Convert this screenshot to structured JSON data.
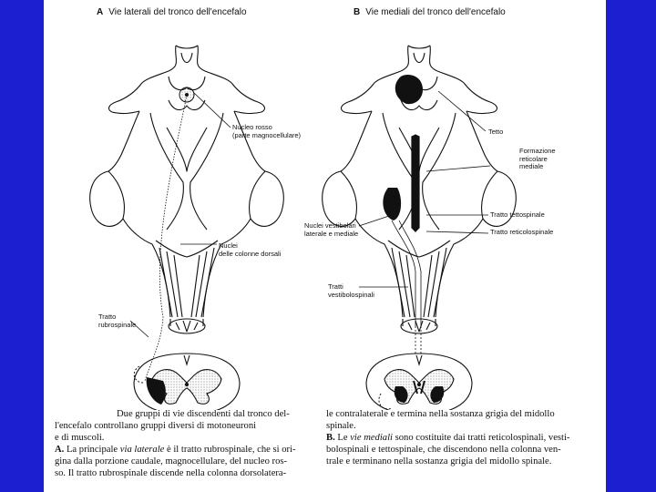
{
  "panels": {
    "a": {
      "letter": "A",
      "title": "Vie laterali del tronco dell'encefalo"
    },
    "b": {
      "letter": "B",
      "title": "Vie mediali del tronco dell'encefalo"
    }
  },
  "labels": {
    "nucleo_rosso": "Nucleo rosso\n(parte magnocellulare)",
    "nuclei_colonne": "Nuclei\ndelle colonne dorsali",
    "tratto_rubrospinale": "Tratto\nrubrospinale",
    "tetto": "Tetto",
    "formazione_reticolare": "Formazione\nreticolare\nmediale",
    "tratto_tettospinale": "Tratto tettospinale",
    "tratto_reticolospinale": "Tratto reticolospinale",
    "nuclei_vestibolari": "Nuclei vestibolari\nlaterale e mediale",
    "tratti_vestibolospinali": "Tratti\nvestibolospinali"
  },
  "caption": {
    "left_intro": "Due gruppi di vie discendenti dal tronco del-",
    "left_line2": "l'encefalo controllano gruppi diversi di motoneuroni",
    "left_line3": "e di muscoli.",
    "a_letter": "A.",
    "a_text1": " La principale ",
    "a_italic": "via laterale",
    "a_text2": " è il tratto rubrospinale, che si ori-",
    "a_line2": "gina dalla porzione caudale, magnocellulare, del nucleo ros-",
    "a_line3": "so. Il tratto rubrospinale discende nella colonna dorsolatera-",
    "right_line1": "le contralaterale e termina nella sostanza grigia del midollo",
    "right_line2": "spinale.",
    "b_letter": "B.",
    "b_text1": " Le ",
    "b_italic": "vie mediali",
    "b_text2": " sono costituite dai tratti reticolospinali, vesti-",
    "b_line2": "bolospinali e tettospinale, che discendono nella colonna ven-",
    "b_line3": "trale e terminano nella sostanza grigia del midollo spinale."
  },
  "colors": {
    "background": "#1c1fd0",
    "sheet": "#ffffff",
    "ink": "#111111"
  }
}
